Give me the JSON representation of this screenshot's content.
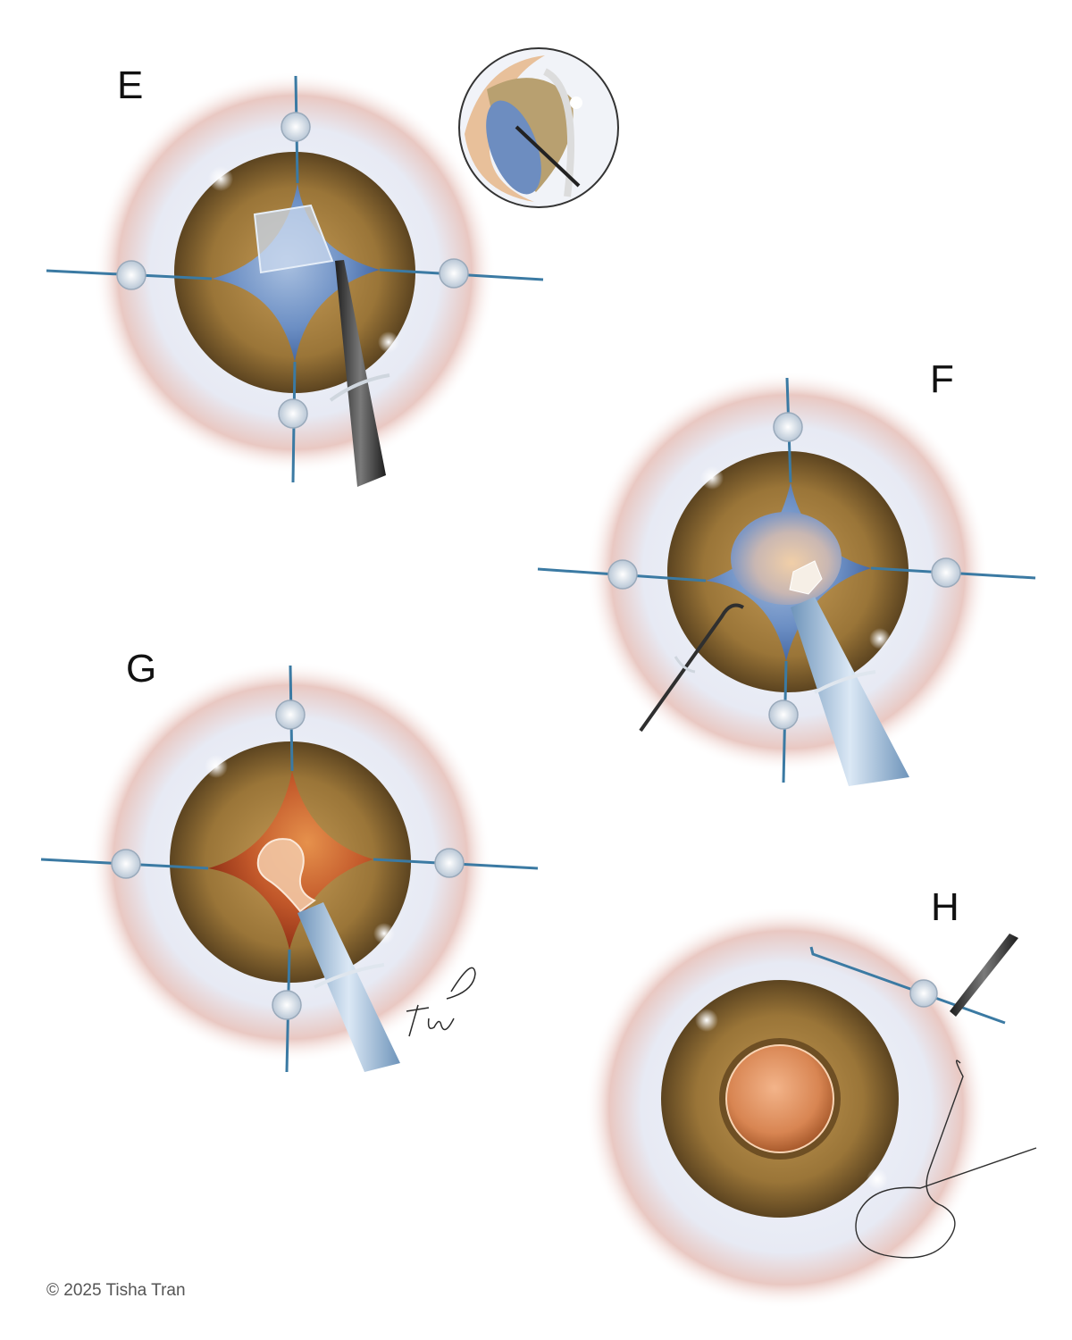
{
  "labels": {
    "e": "E",
    "f": "F",
    "g": "G",
    "h": "H"
  },
  "copyright": "© 2025 Tisha Tran",
  "colors": {
    "sclera": "#eef0f7",
    "limbus_blush": "#e9b9ae",
    "iris_brown": "#8a6a34",
    "iris_inner": "#b18a4a",
    "cornea_blue": "#4f78b6",
    "cornea_highlight": "#9fb8dc",
    "red_reflex": "#b4441f",
    "lens_orange": "#d88a52",
    "hook_blue": "#3b7aa3",
    "instrument_steel": "#3a3a3a",
    "cannula_blue": "#a9c7e3"
  }
}
